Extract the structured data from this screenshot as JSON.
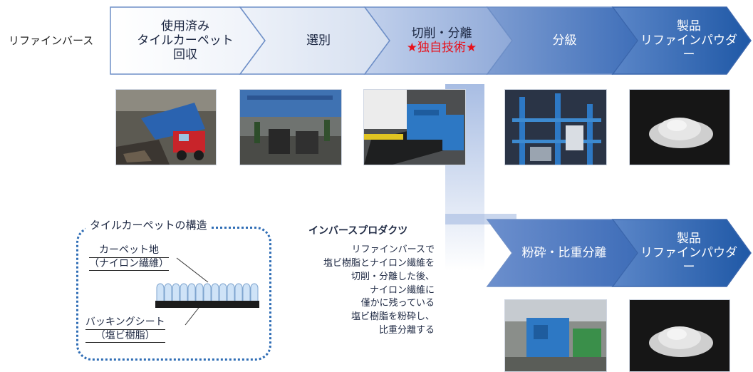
{
  "row_label": "リファインバース",
  "steps": [
    {
      "lines": [
        "使用済み",
        "タイルカーペット",
        "回収"
      ]
    },
    {
      "lines": [
        "選別"
      ]
    },
    {
      "lines": [
        "切削・分離"
      ],
      "special": "★独自技術★"
    },
    {
      "lines": [
        "分級"
      ]
    },
    {
      "lines": [
        "製品",
        "リファインパウダー"
      ]
    }
  ],
  "lower_steps": [
    {
      "lines": [
        "粉砕・比重分離"
      ]
    },
    {
      "lines": [
        "製品",
        "リファインパウダー"
      ]
    }
  ],
  "structure": {
    "title": "タイルカーペットの構造",
    "top_label": [
      "カーペット地",
      "（ナイロン繊維）"
    ],
    "bottom_label": [
      "バッキングシート",
      "（塩ビ樹脂）"
    ]
  },
  "inverse": {
    "title": "インバースプロダクツ",
    "lines": [
      "リファインバースで",
      "塩ビ樹脂とナイロン繊維を",
      "切削・分離した後、",
      "ナイロン繊維に",
      "僅かに残っている",
      "塩ビ樹脂を粉砕し、",
      "比重分離する"
    ]
  },
  "colors": {
    "accent_blue": "#2f6db5",
    "star_red": "#e8101a"
  },
  "photos": [
    "truck-dumping-carpet",
    "sorting-warehouse",
    "cutting-machine",
    "classifier-plant",
    "powder-pile",
    "crushing-plant",
    "powder-pile"
  ]
}
